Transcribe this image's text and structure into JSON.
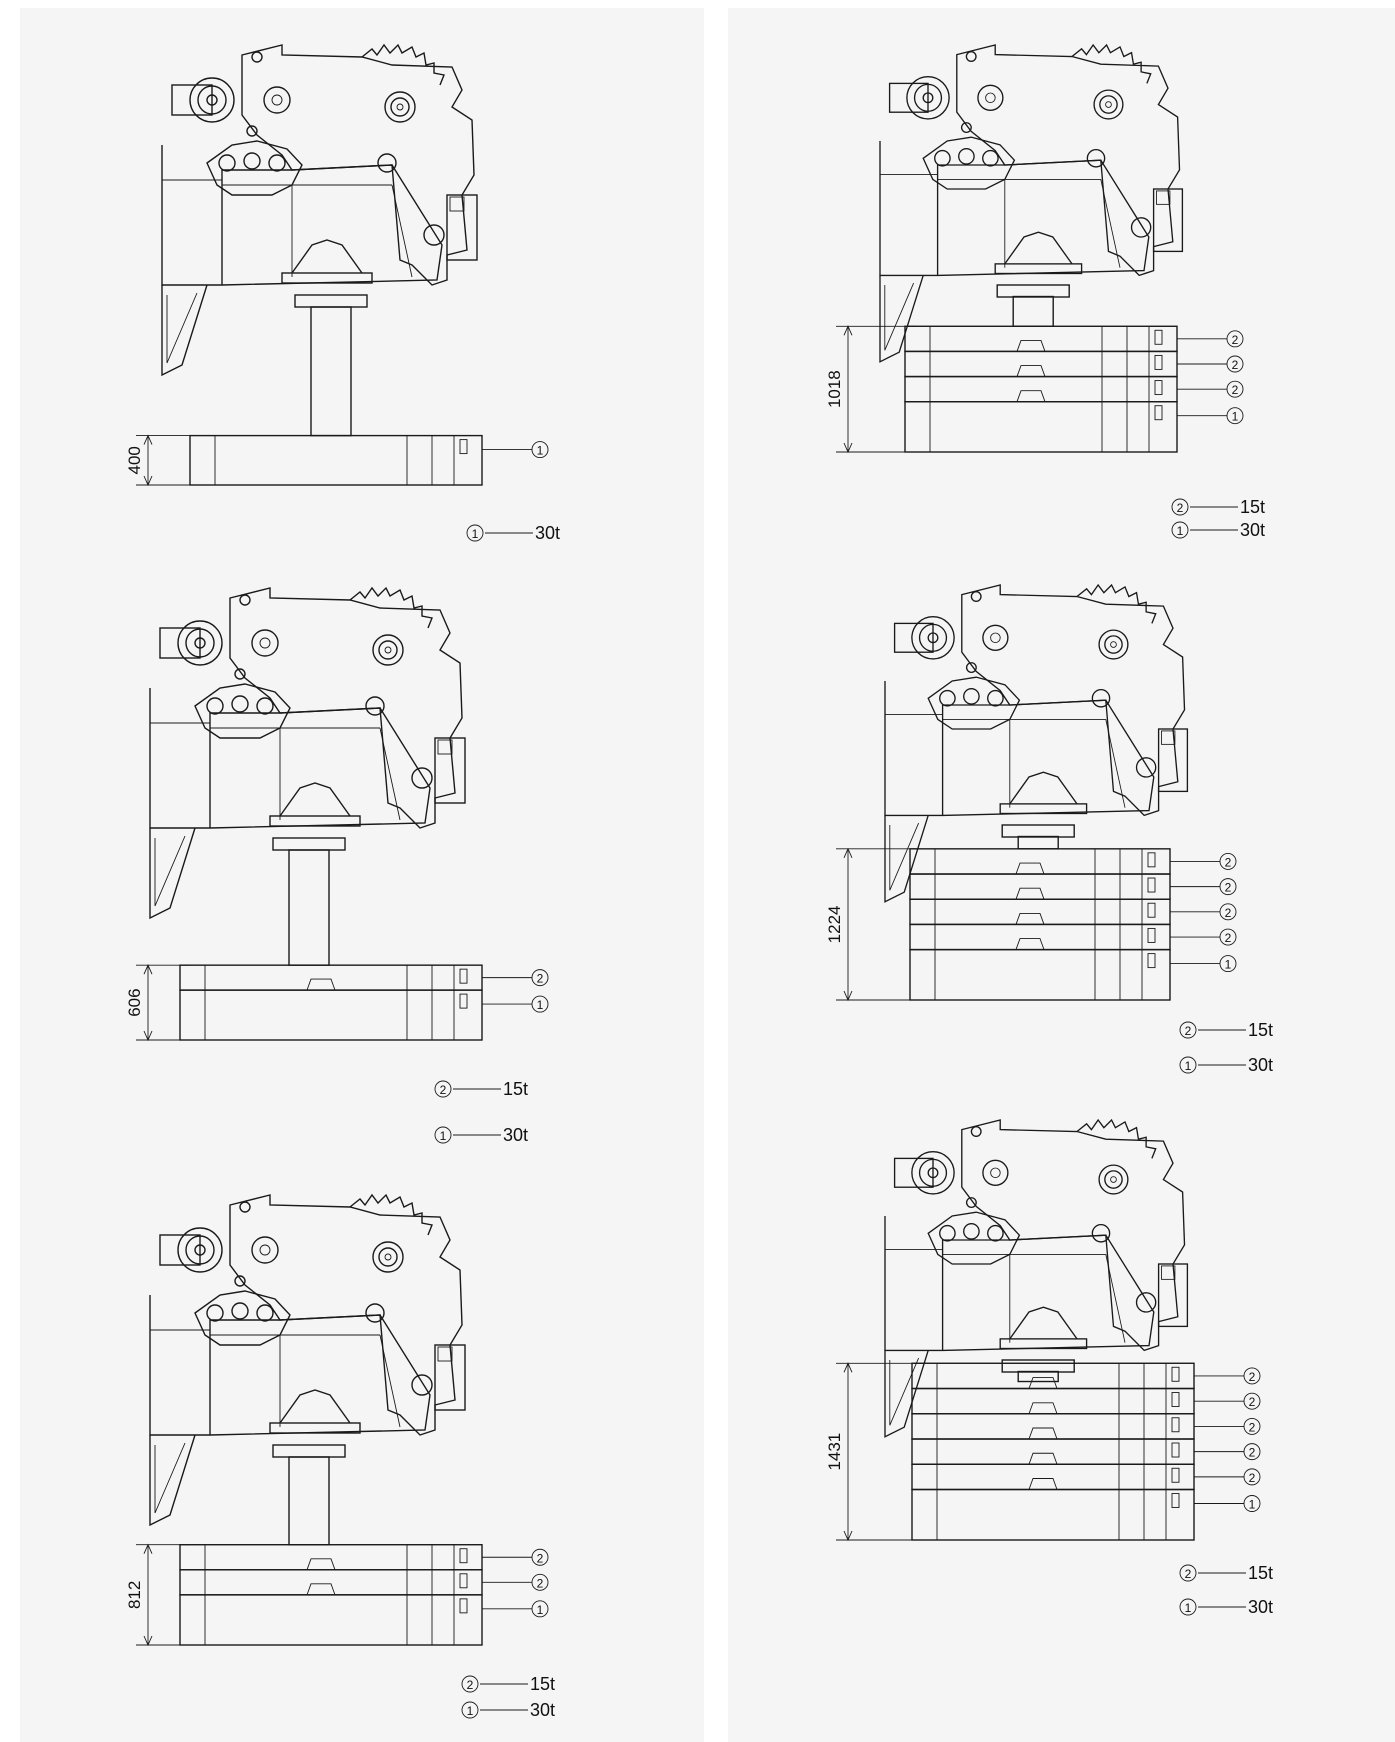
{
  "legend_symbols": {
    "counterweight_1": "①",
    "counterweight_2": "②"
  },
  "weights": {
    "counterweight_1": "30t",
    "counterweight_2": "15t"
  },
  "configurations": [
    {
      "name": "config-400",
      "height": "400",
      "stack": [
        "1"
      ]
    },
    {
      "name": "config-606",
      "height": "606",
      "stack": [
        "2",
        "1"
      ]
    },
    {
      "name": "config-812",
      "height": "812",
      "stack": [
        "2",
        "2",
        "1"
      ]
    },
    {
      "name": "config-1018",
      "height": "1018",
      "stack": [
        "2",
        "2",
        "2",
        "1"
      ]
    },
    {
      "name": "config-1224",
      "height": "1224",
      "stack": [
        "2",
        "2",
        "2",
        "2",
        "1"
      ]
    },
    {
      "name": "config-1431",
      "height": "1431",
      "stack": [
        "2",
        "2",
        "2",
        "2",
        "2",
        "1"
      ]
    }
  ],
  "colors": {
    "panel": "#f5f5f5",
    "line": "#1a1a1a",
    "background": "#ffffff"
  }
}
